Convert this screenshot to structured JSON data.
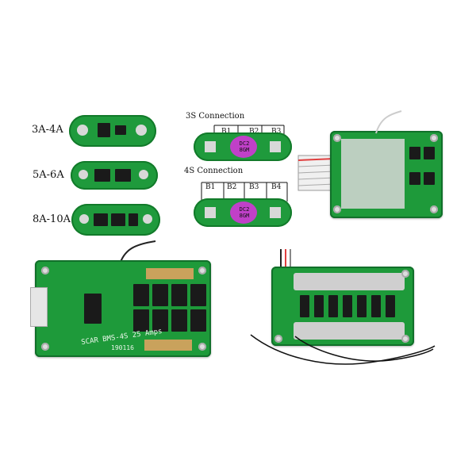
{
  "labels": {
    "size_small": "3A-4A",
    "size_mid": "5A-6A",
    "size_large": "8A-10A",
    "conn_3s": "3S Connection",
    "conn_4s": "4S Connection"
  },
  "diagram_3s": {
    "cells": [
      "B1",
      "B2",
      "B3"
    ],
    "chip_text": "DC2 8GM"
  },
  "diagram_4s": {
    "cells": [
      "B1",
      "B2",
      "B3",
      "B4"
    ],
    "chip_text": "DC2 8GM"
  },
  "board_bottom_left": {
    "silk_title": "SCAR BMS-4S 25 Amps",
    "silk_date": "190116"
  },
  "colors": {
    "pcb_green": "#1f9a3c",
    "pad_gray": "#d8d8d8",
    "chip_black": "#1a1a1a",
    "marker_magenta": "#c040c8"
  }
}
